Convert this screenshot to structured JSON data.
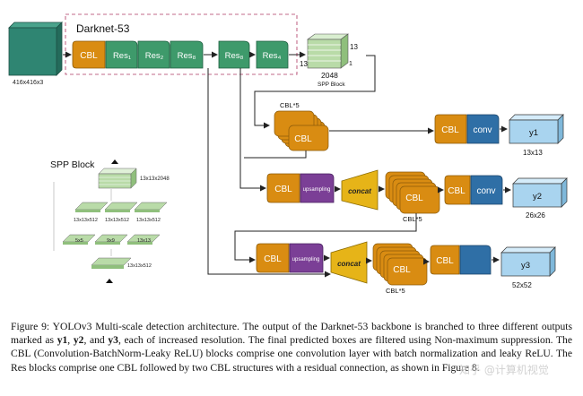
{
  "colors": {
    "cbl": "#d98c12",
    "res": "#3e9a6b",
    "upsampling": "#7b3f96",
    "concat": "#e6b418",
    "conv": "#2f6fa6",
    "output": "#a9d4ef",
    "input": "#2f8572",
    "spp_block": "#b9dba8",
    "dashed_frame": "#c26a8a",
    "arrow": "#222222"
  },
  "input": {
    "label": "416x416x3"
  },
  "backbone": {
    "title": "Darknet-53",
    "cbl": "CBL",
    "res1": "Res₁",
    "res2": "Res₂",
    "res8a": "Res₈",
    "res8b": "Res₈",
    "res4": "Res₄"
  },
  "spp": {
    "label": "SPP Block",
    "channels": "2048",
    "dim_top": "13",
    "dim_left": "13",
    "dim_right": "1"
  },
  "branch1": {
    "stack_label": "CBL*5",
    "cbl_label": "CBL",
    "cbl": "CBL",
    "conv": "conv",
    "output": "y1",
    "output_size": "13x13"
  },
  "branch2": {
    "cbl": "CBL",
    "upsampling": "upsampling",
    "concat": "concat",
    "stack_label": "CBL*5",
    "stack_cbl": "CBL",
    "cbl2": "CBL",
    "conv": "conv",
    "output": "y2",
    "output_size": "26x26"
  },
  "branch3": {
    "cbl": "CBL",
    "upsampling": "upsampling",
    "concat": "concat",
    "stack_label": "CBL*5",
    "stack_cbl": "CBL",
    "cbl2": "CBL",
    "output": "y3",
    "output_size": "52x52"
  },
  "spp_detail": {
    "title": "SPP Block",
    "top": "13x13x2048",
    "mid1": "13x13x512",
    "mid2": "13x13x512",
    "mid3": "13x13x512",
    "pool1": "5x5",
    "pool2": "9x9",
    "pool3": "13x13",
    "bottom": "13x13x512"
  },
  "caption": {
    "p1": "Figure 9: YOLOv3 Multi-scale detection architecture. The output of the Darknet-53 backbone is branched to three different outputs marked as ",
    "y1": "y1",
    "p2": ", ",
    "y2": "y2",
    "p3": ", and ",
    "y3": "y3",
    "p4": ", each of increased resolution. The final predicted boxes are filtered using Non-maximum suppression. The CBL (Convolution-BatchNorm-Leaky ReLU) blocks comprise one convolution layer with batch normalization and leaky ReLU. The Res blocks comprise one CBL followed by two CBL structures with a residual connection, as shown in Figure 8."
  },
  "watermark": "知乎 @计算机视觉"
}
